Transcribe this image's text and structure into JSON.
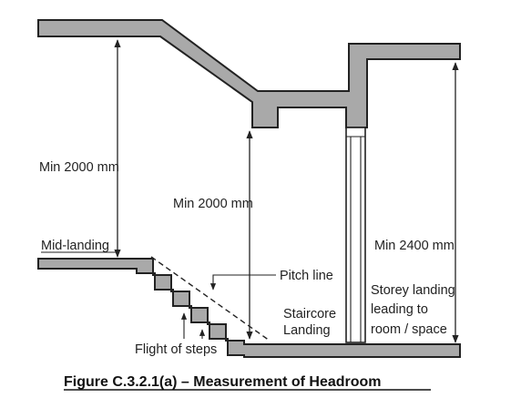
{
  "labels": {
    "min_2000_left": "Min 2000 mm",
    "min_2000_center": "Min 2000 mm",
    "min_2400": "Min 2400 mm",
    "mid_landing": "Mid-landing",
    "pitch_line": "Pitch line",
    "staircore_line1": "Staircore",
    "staircore_line2": "Landing",
    "storey_line1": "Storey landing",
    "storey_line2": "leading to",
    "storey_line3": "room / space",
    "flight_of_steps": "Flight of steps"
  },
  "caption": "Figure C.3.2.1(a) – Measurement of Headroom",
  "colors": {
    "slab_fill": "#a9a9a9",
    "line": "#222222",
    "background": "#ffffff"
  }
}
